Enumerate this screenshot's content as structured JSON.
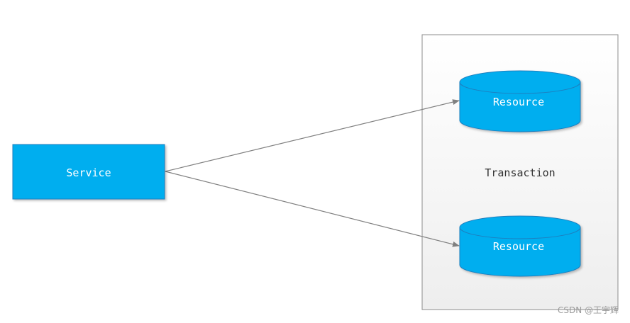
{
  "diagram": {
    "service": {
      "label": "Service"
    },
    "container": {
      "label": "Transaction"
    },
    "resources": [
      {
        "label": "Resource"
      },
      {
        "label": "Resource"
      }
    ],
    "colors": {
      "node_fill": "#00aeef",
      "node_stroke": "#1f7fbf",
      "container_fill": "#f7f7f7",
      "container_stroke": "#8c8c8c",
      "arrow": "#808080"
    }
  },
  "watermark": {
    "text": "CSDN @王宇辉"
  }
}
